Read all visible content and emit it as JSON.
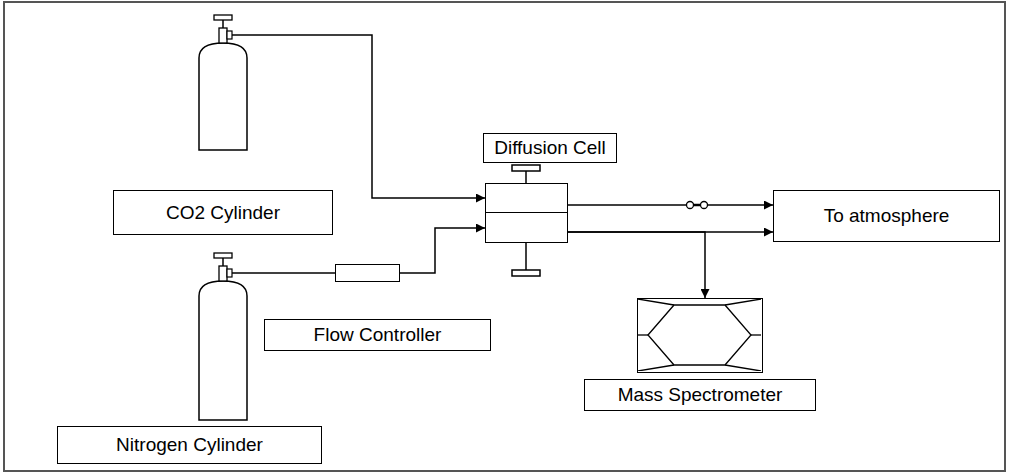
{
  "diagram": {
    "nodes": [
      {
        "text": [
          "CO2 Cylinder"
        ]
      },
      {
        "text": [
          "Diffusion Cell"
        ]
      },
      {
        "text": [
          "To atmosphere"
        ]
      },
      {
        "text": [
          "Nitrogen Cylinder"
        ]
      },
      {
        "text": [
          "Flow Controller"
        ]
      },
      {
        "text": [
          "Mass Spectrometer"
        ]
      }
    ],
    "edges": [
      {
        "from": 0,
        "to": 1,
        "arrow": "to"
      },
      {
        "from": 3,
        "to": 4,
        "arrow": "none"
      },
      {
        "from": 4,
        "to": 1,
        "arrow": "to"
      },
      {
        "from": 1,
        "to": 2,
        "arrow": "to"
      },
      {
        "from": 1,
        "to": 2,
        "arrow": "to"
      },
      {
        "from": 1,
        "to": 5,
        "arrow": "to"
      }
    ]
  }
}
